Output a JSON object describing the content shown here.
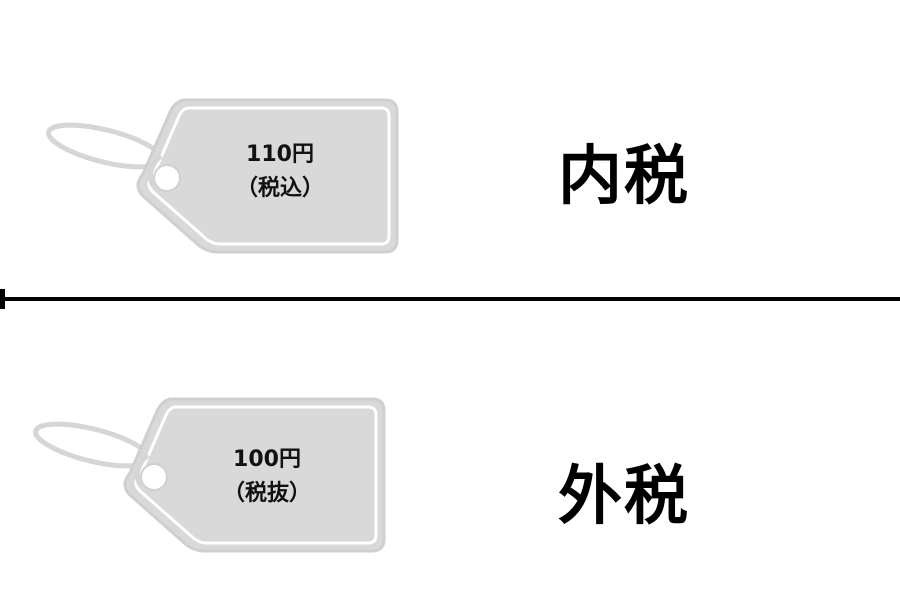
{
  "tags": [
    {
      "price": "110円",
      "note": "（税込）"
    },
    {
      "price": "100円",
      "note": "（税抜）"
    }
  ],
  "labels": [
    "内税",
    "外税"
  ],
  "colors": {
    "tag_fill": "#d9d9d9",
    "tag_border": "#cccccc",
    "tag_inner": "#ffffff",
    "text": "#000000"
  }
}
